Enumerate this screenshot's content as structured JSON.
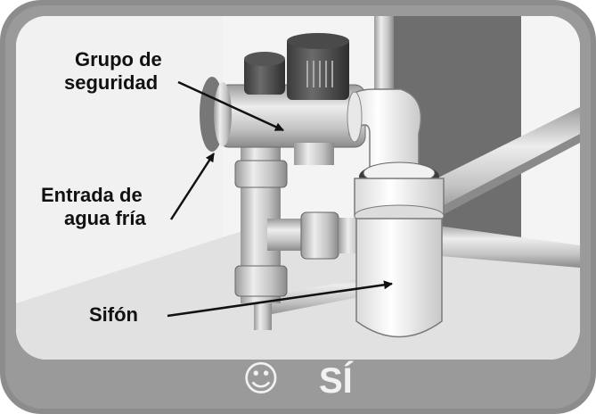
{
  "labels": {
    "safety_group": [
      "Grupo de",
      "seguridad"
    ],
    "cold_water_inlet": [
      "Entrada de",
      "agua fría"
    ],
    "siphon": "Sifón"
  },
  "footer": {
    "icon": "smiley-icon",
    "icon_glyph": "☺",
    "text": "SÍ"
  },
  "colors": {
    "frame": "#8c8c8c",
    "wall": "#f2f2f2",
    "cabinet": "#d7d7d7",
    "footer_text": "#f2f2f2"
  }
}
